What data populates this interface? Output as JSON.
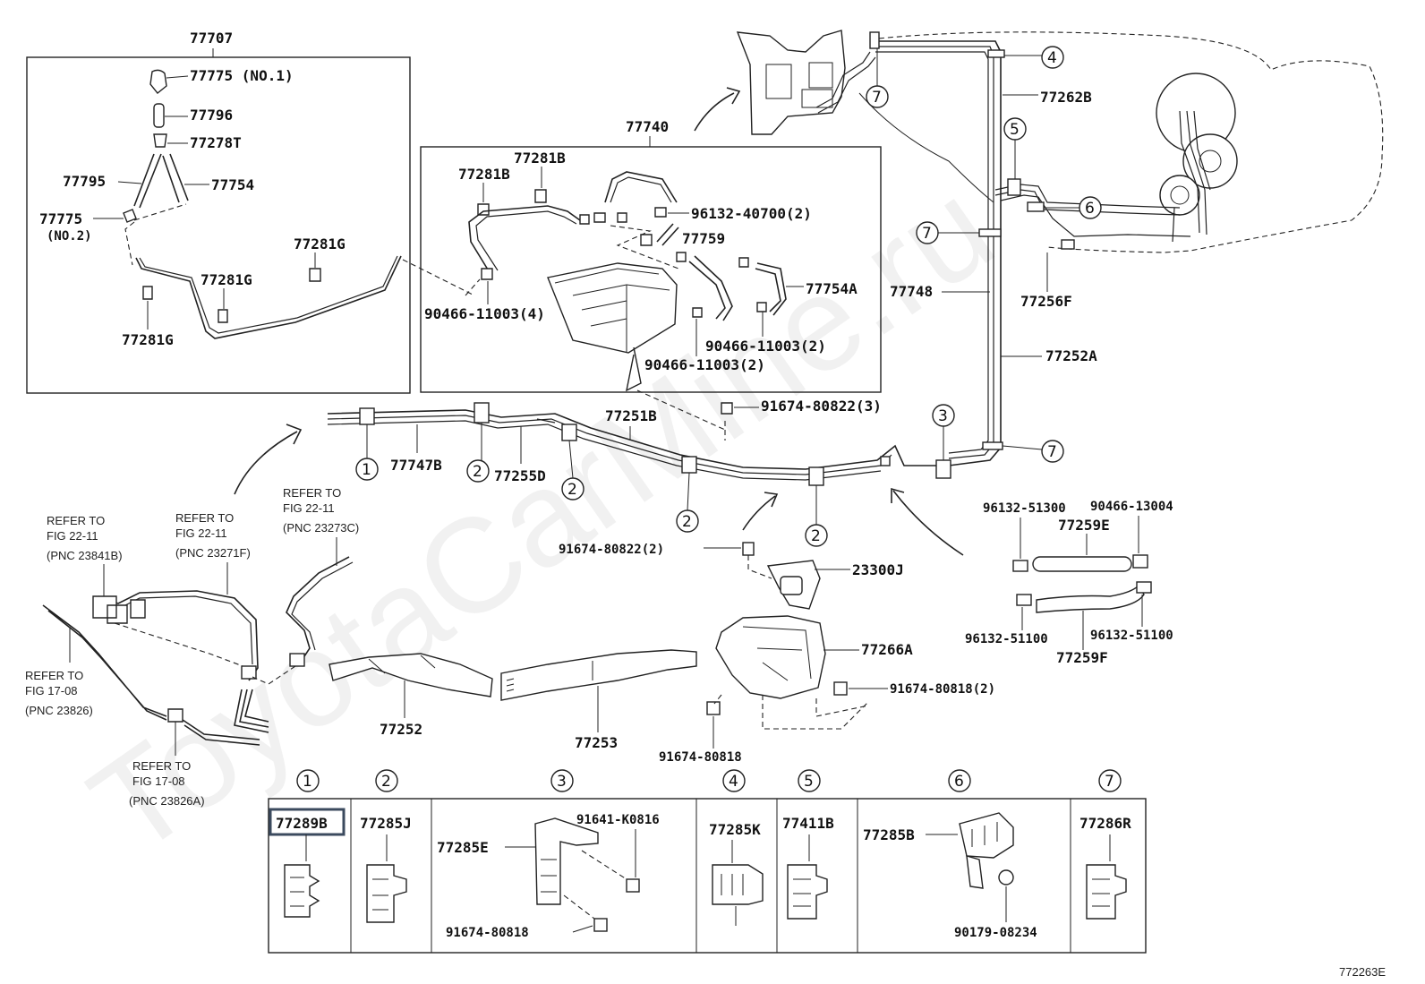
{
  "watermark": "ToyotaCarMine.ru",
  "figure_id": "772263E",
  "labels": {
    "l77707": "77707",
    "l77775_1": "77775 (NO.1)",
    "l77796": "77796",
    "l77278T": "77278T",
    "l77795": "77795",
    "l77754": "77754",
    "l77775_2a": "77775",
    "l77775_2b": "(NO.2)",
    "l77281G_a": "77281G",
    "l77281G_b": "77281G",
    "l77281G_c": "77281G",
    "l77740": "77740",
    "l77281B_a": "77281B",
    "l77281B_b": "77281B",
    "l96132_40700": "96132-40700(2)",
    "l77759": "77759",
    "l77754A": "77754A",
    "l90466_11003_4": "90466-11003(4)",
    "l90466_11003_2a": "90466-11003(2)",
    "l90466_11003_2b": "90466-11003(2)",
    "l91674_80822_3": "91674-80822(3)",
    "l77251B": "77251B",
    "l77747B": "77747B",
    "l77255D": "77255D",
    "l77262B": "77262B",
    "l77748": "77748",
    "l77256F": "77256F",
    "l77252A": "77252A",
    "l96132_51300": "96132-51300",
    "l90466_13004": "90466-13004",
    "l77259E": "77259E",
    "l96132_51100a": "96132-51100",
    "l96132_51100b": "96132-51100",
    "l77259F": "77259F",
    "l91674_80822_2": "91674-80822(2)",
    "l23300J": "23300J",
    "l77266A": "77266A",
    "l91674_80818_2": "91674-80818(2)",
    "l91674_80818a": "91674-80818",
    "l77252": "77252",
    "l77253": "77253",
    "ref1a": "REFER TO",
    "ref1b": "FIG 22-11",
    "ref1c": "(PNC 23841B)",
    "ref2a": "REFER TO",
    "ref2b": "FIG 22-11",
    "ref2c": "(PNC 23271F)",
    "ref3a": "REFER TO",
    "ref3b": "FIG 22-11",
    "ref3c": "(PNC 23273C)",
    "ref4a": "REFER TO",
    "ref4b": "FIG 17-08",
    "ref4c": "(PNC 23826)",
    "ref5a": "REFER TO",
    "ref5b": "FIG 17-08",
    "ref5c": "(PNC 23826A)"
  },
  "callouts": [
    "1",
    "2",
    "3",
    "4",
    "5",
    "6",
    "7"
  ],
  "legend": {
    "p1": "77289B",
    "p2": "77285J",
    "p3a": "77285E",
    "p3b": "91641-K0816",
    "p3c": "91674-80818",
    "p4": "77285K",
    "p5": "77411B",
    "p6a": "77285B",
    "p6b": "90179-08234",
    "p7": "77286R"
  }
}
